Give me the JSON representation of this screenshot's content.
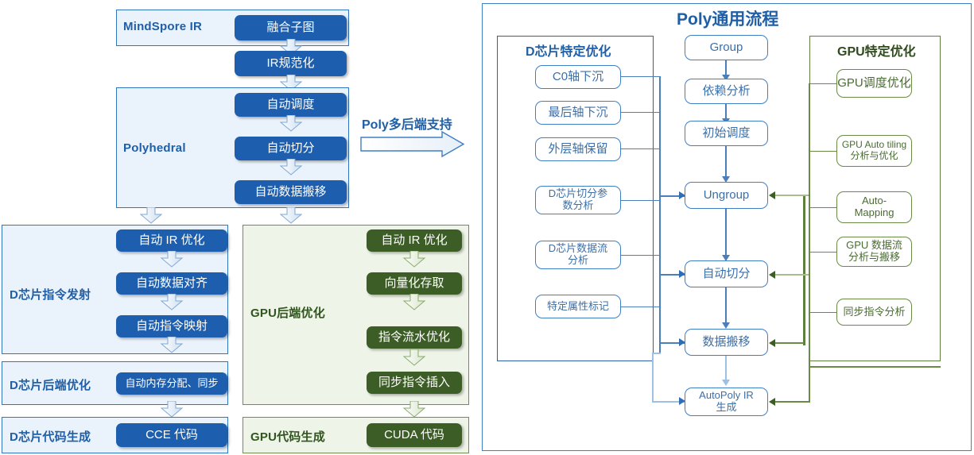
{
  "left_flow": {
    "mindspore": {
      "label": "MindSpore IR",
      "node": "融合子图"
    },
    "ir_norm": "IR规范化",
    "polyhedral": {
      "label": "Polyhedral",
      "nodes": [
        "自动调度",
        "自动切分",
        "自动数据搬移"
      ]
    },
    "bridge": {
      "label": "Poly多后端支持"
    },
    "dchip": {
      "issue_label": "D芯片指令发射",
      "issue_nodes": [
        "自动 IR 优化",
        "自动数据对齐",
        "自动指令映射"
      ],
      "backend_label": "D芯片后端优化",
      "backend_node": "自动内存分配、同步",
      "codegen_label": "D芯片代码生成",
      "codegen_node": "CCE 代码"
    },
    "gpu": {
      "backend_label": "GPU后端优化",
      "backend_nodes": [
        "自动 IR 优化",
        "向量化存取",
        "指令流水优化",
        "同步指令插入"
      ],
      "codegen_label": "GPU代码生成",
      "codegen_node": "CUDA 代码"
    }
  },
  "right_panel": {
    "title": "Poly通用流程",
    "dchip_specific": {
      "title": "D芯片特定优化",
      "nodes": [
        "C0轴下沉",
        "最后轴下沉",
        "外层轴保留",
        "D芯片切分参\n数分析",
        "D芯片数据流\n分析",
        "特定属性标记"
      ]
    },
    "pipeline": {
      "nodes": [
        "Group",
        "依赖分析",
        "初始调度",
        "Ungroup",
        "自动切分",
        "数据搬移",
        "AutoPoly IR\n生成"
      ]
    },
    "gpu_specific": {
      "title": "GPU特定优化",
      "nodes": [
        "GPU调度优化",
        "GPU Auto tiling\n分析与优化",
        "Auto-\nMapping",
        "GPU 数据流\n分析与搬移",
        "同步指令分析"
      ]
    }
  },
  "colors": {
    "blue_fill": "#1d5fae",
    "green_fill": "#3d5d27",
    "blue_panel_bg": "#eaf2fb",
    "green_panel_bg": "#eef4e8",
    "blue_text": "#1f5fa8",
    "green_text": "#31551f",
    "node_outline_blue": "#3f7fc4",
    "node_outline_green": "#6a8b46"
  }
}
